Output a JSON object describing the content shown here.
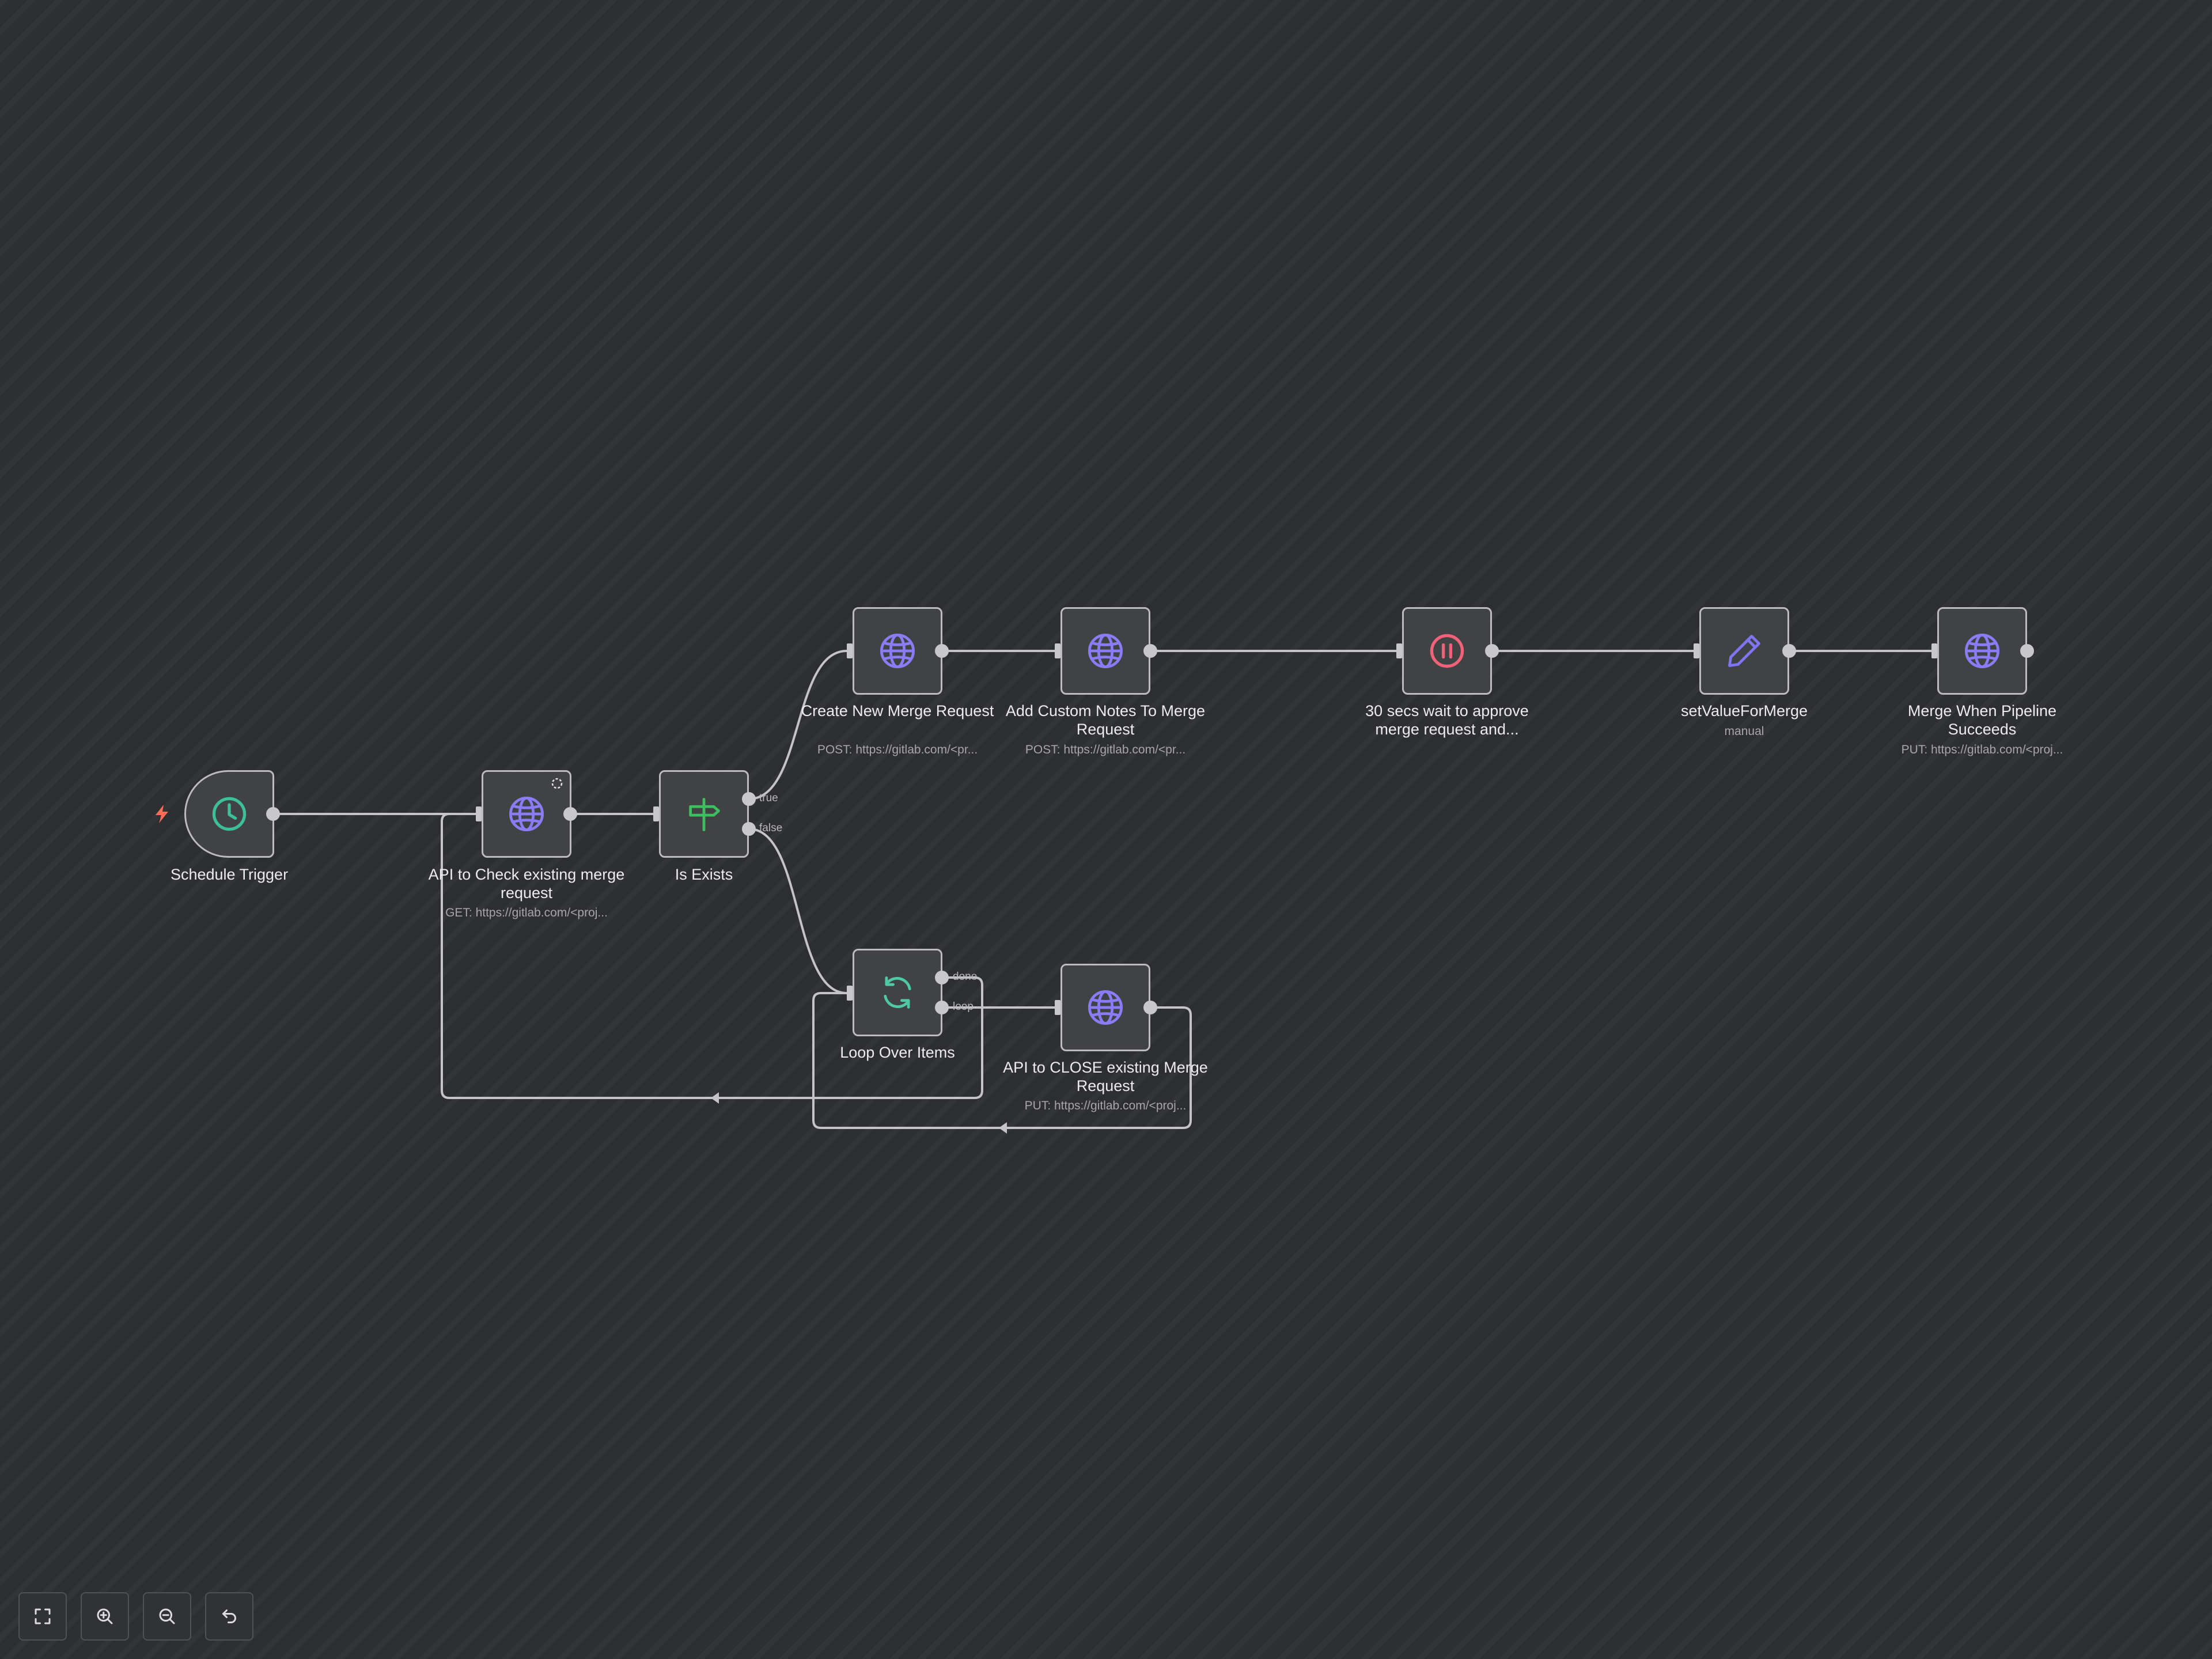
{
  "nodes": {
    "schedule_trigger": {
      "label": "Schedule Trigger",
      "icon": "clock-icon"
    },
    "api_check": {
      "label": "API to Check existing merge request",
      "sub": "GET: https://gitlab.com/<proj...",
      "icon": "globe-icon"
    },
    "is_exists": {
      "label": "Is Exists",
      "icon": "signpost-icon",
      "true_label": "true",
      "false_label": "false"
    },
    "create_mr": {
      "label": "Create New Merge Request",
      "sub": "POST: https://gitlab.com/<pr...",
      "icon": "globe-icon"
    },
    "add_notes": {
      "label": "Add Custom Notes To Merge Request",
      "sub": "POST: https://gitlab.com/<pr...",
      "icon": "globe-icon"
    },
    "wait": {
      "label": "30 secs wait to approve merge request and...",
      "icon": "pause-icon"
    },
    "set_value": {
      "label": "setValueForMerge",
      "sub": "manual",
      "icon": "pencil-icon"
    },
    "merge_pipeline": {
      "label": "Merge When Pipeline Succeeds",
      "sub": "PUT: https://gitlab.com/<proj...",
      "icon": "globe-icon"
    },
    "loop": {
      "label": "Loop Over Items",
      "icon": "loop-icon",
      "done_label": "done",
      "loop_label": "loop"
    },
    "api_close": {
      "label": "API to CLOSE existing Merge Request",
      "sub": "PUT: https://gitlab.com/<proj...",
      "icon": "globe-icon"
    }
  },
  "toolbar": [
    {
      "name": "fit-view-button",
      "icon": "fullscreen-icon"
    },
    {
      "name": "zoom-in-button",
      "icon": "zoom-in-icon"
    },
    {
      "name": "zoom-out-button",
      "icon": "zoom-out-icon"
    },
    {
      "name": "undo-button",
      "icon": "undo-icon"
    }
  ],
  "colors": {
    "globe": "#8b7cf6",
    "clock": "#3dbf97",
    "signpost": "#3dbf5f",
    "pause": "#f0627a",
    "pencil": "#7f74f2",
    "loop": "#4fc9a4",
    "trigger_bolt": "#ff6d5a"
  }
}
